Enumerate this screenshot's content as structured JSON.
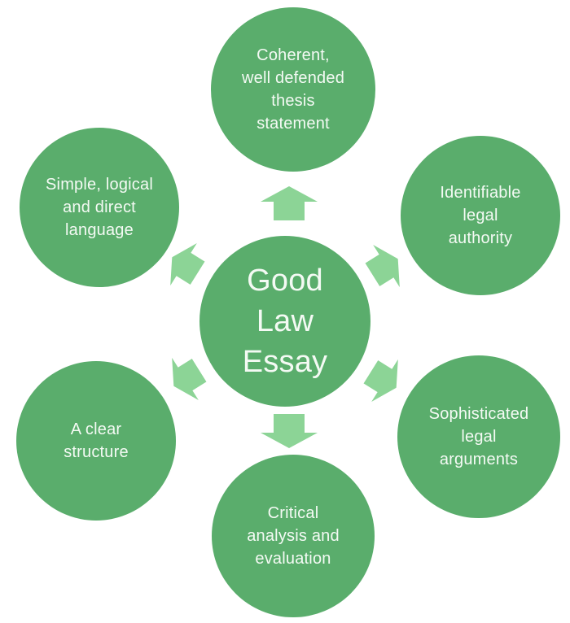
{
  "diagram": {
    "title": "Good Law Essay radial diagram",
    "center": {
      "label": "Good\nLaw\nEssay"
    },
    "satellites": [
      {
        "id": "thesis",
        "position": "top",
        "label": "Coherent,\nwell defended\nthesis\nstatement"
      },
      {
        "id": "authority",
        "position": "top-right",
        "label": "Identifiable\nlegal\nauthority"
      },
      {
        "id": "arguments",
        "position": "bottom-right",
        "label": "Sophisticated\nlegal\narguments"
      },
      {
        "id": "analysis",
        "position": "bottom",
        "label": "Critical\nanalysis and\nevaluation"
      },
      {
        "id": "structure",
        "position": "bottom-left",
        "label": "A clear\nstructure"
      },
      {
        "id": "language",
        "position": "top-left",
        "label": "Simple, logical\nand direct\nlanguage"
      }
    ],
    "icons": {
      "arrows": [
        "arrow-up",
        "arrow-upper-right",
        "arrow-lower-right",
        "arrow-down",
        "arrow-lower-left",
        "arrow-upper-left"
      ]
    },
    "colors": {
      "circle": "#5aad6c",
      "arrow": "#8cd496",
      "text": "#f4faf4",
      "background": "#ffffff"
    }
  }
}
